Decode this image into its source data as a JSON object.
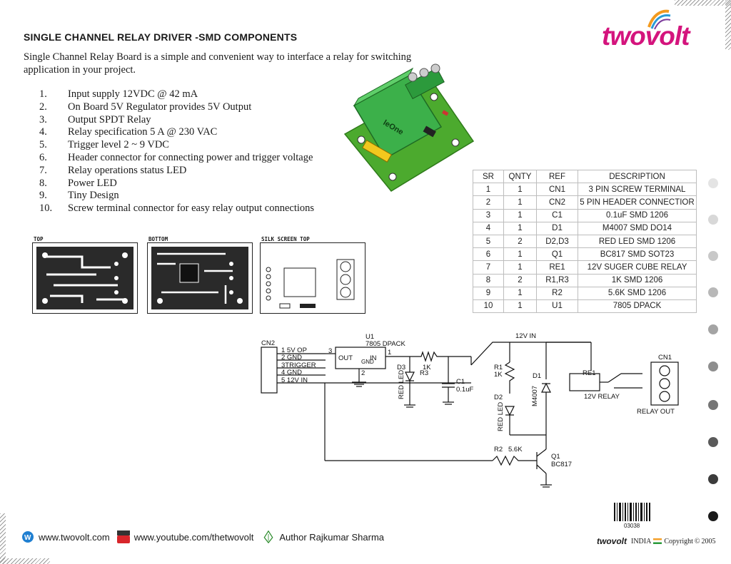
{
  "header": {
    "title": "SINGLE CHANNEL RELAY DRIVER -SMD COMPONENTS",
    "intro": "Single Channel Relay Board is a simple and convenient way to interface a relay for switching application in your project.",
    "logo": "twovolt"
  },
  "features": [
    {
      "num": "1.",
      "text": "Input supply 12VDC @ 42 mA"
    },
    {
      "num": "2.",
      "text": "On Board 5V Regulator provides 5V Output"
    },
    {
      "num": "3.",
      "text": "Output SPDT Relay"
    },
    {
      "num": "4.",
      "text": "Relay specification 5 A @ 230 VAC"
    },
    {
      "num": "5.",
      "text": "Trigger level 2 ~ 9 VDC"
    },
    {
      "num": "6.",
      "text": "Header connector for connecting power and trigger voltage"
    },
    {
      "num": "7.",
      "text": "Relay operations status LED"
    },
    {
      "num": "8.",
      "text": "Power LED"
    },
    {
      "num": "9.",
      "text": "Tiny Design"
    },
    {
      "num": "10.",
      "text": "Screw terminal connector for easy relay output connections"
    }
  ],
  "pcb": {
    "top_label": "TOP",
    "bottom_label": "BOTTOM",
    "silk_label": "SILK SCREEN TOP"
  },
  "bom": {
    "headers": [
      "SR",
      "QNTY",
      "REF",
      "DESCRIPTION"
    ],
    "rows": [
      [
        "1",
        "1",
        "CN1",
        "3 PIN SCREW TERMINAL"
      ],
      [
        "2",
        "1",
        "CN2",
        "5 PIN HEADER CONNECTIOR"
      ],
      [
        "3",
        "1",
        "C1",
        "0.1uF SMD 1206"
      ],
      [
        "4",
        "1",
        "D1",
        "M4007 SMD DO14"
      ],
      [
        "5",
        "2",
        "D2,D3",
        "RED LED SMD 1206"
      ],
      [
        "6",
        "1",
        "Q1",
        "BC817 SMD SOT23"
      ],
      [
        "7",
        "1",
        "RE1",
        "12V SUGER CUBE RELAY"
      ],
      [
        "8",
        "2",
        "R1,R3",
        "1K SMD 1206"
      ],
      [
        "9",
        "1",
        "R2",
        "5.6K SMD 1206"
      ],
      [
        "10",
        "1",
        "U1",
        "7805 DPACK"
      ]
    ]
  },
  "schematic": {
    "cn2": "CN2",
    "pins": [
      "1  5V OP",
      "2  GND",
      "3TRIGGER",
      "4  GND",
      "5  12V IN"
    ],
    "u1": "U1",
    "u1_part": "7805 DPACK",
    "u1_out": "OUT",
    "u1_in": "IN",
    "u1_gnd": "GND",
    "u1_pin3": "3",
    "u1_pin1": "1",
    "u1_pin2": "2",
    "d3": "D3",
    "r3": "R3",
    "r3_val": "1K",
    "c1": "C1",
    "c1_val": "0.1uF",
    "red_led": "RED LED",
    "v12in": "12V IN",
    "r1": "R1",
    "r1_val": "1K",
    "d1": "D1",
    "d1_val": "M4007",
    "d2": "D2",
    "re1": "RE1",
    "relay_val": "12V RELAY",
    "cn1": "CN1",
    "relay_out": "RELAY OUT",
    "r2": "R2",
    "r2_val": "5.6K",
    "q1": "Q1",
    "q1_val": "BC817"
  },
  "footer": {
    "website": "www.twovolt.com",
    "youtube": "www.youtube.com/thetwovolt",
    "author": "Author Rajkumar Sharma",
    "barcode_num": "03038",
    "brand": "twovolt",
    "country": "INDIA",
    "copyright": "Copyright",
    "year": "2005"
  },
  "colors": {
    "logo": "#d4147d",
    "pcb_green": "#4caa2e",
    "trace": "#2a2a2a"
  }
}
